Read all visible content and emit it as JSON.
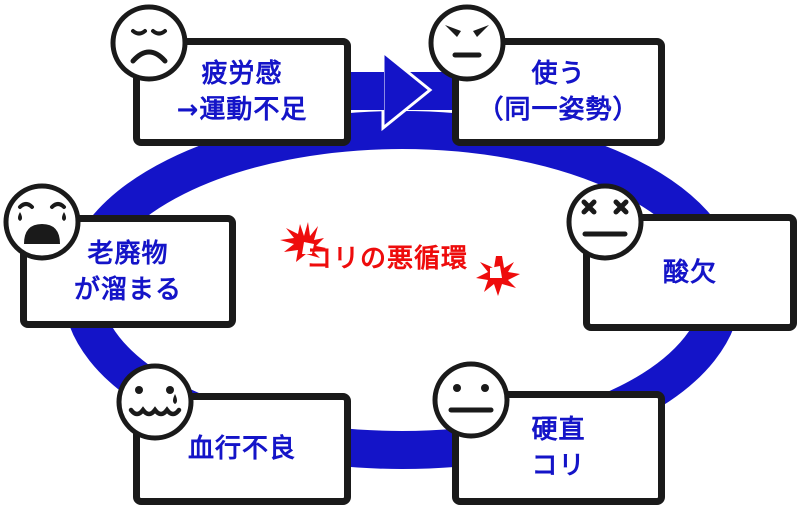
{
  "diagram": {
    "title": "コリの悪循環",
    "colors": {
      "ring": "#1414c8",
      "box_border": "#1a1a1a",
      "box_text": "#1414c8",
      "title_text": "#ee0c0c",
      "burst": "#ee0c0c"
    },
    "nodes": [
      {
        "id": "fatigue",
        "lines": [
          "疲労感",
          "→運動不足"
        ],
        "face": "sad-face-icon"
      },
      {
        "id": "use",
        "lines": [
          "使う",
          "（同一姿勢）"
        ],
        "face": "angry-face-icon"
      },
      {
        "id": "oxygen",
        "lines": [
          "酸欠"
        ],
        "face": "dizzy-face-icon"
      },
      {
        "id": "stiff",
        "lines": [
          "硬直",
          "コリ"
        ],
        "face": "neutral-face-icon"
      },
      {
        "id": "blood",
        "lines": [
          "血行不良"
        ],
        "face": "wavy-mouth-face-icon"
      },
      {
        "id": "waste",
        "lines": [
          "老廃物",
          "が溜まる"
        ],
        "face": "crying-face-icon"
      }
    ],
    "cycle_order": [
      "fatigue",
      "use",
      "oxygen",
      "stiff",
      "blood",
      "waste"
    ]
  }
}
